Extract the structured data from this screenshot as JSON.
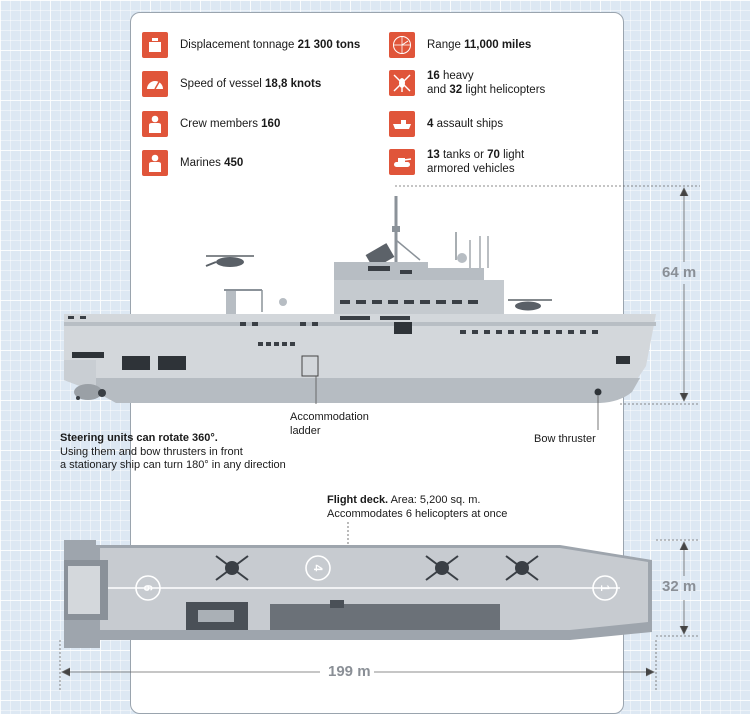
{
  "stats": [
    {
      "icon": "weight-icon",
      "pre": "Displacement tonnage ",
      "b1": "21 300 tons",
      "mid": "",
      "b2": "",
      "post": "",
      "line2": ""
    },
    {
      "icon": "speedometer-icon",
      "pre": "Speed of vessel ",
      "b1": "18,8 knots",
      "mid": "",
      "b2": "",
      "post": "",
      "line2": ""
    },
    {
      "icon": "crew-icon",
      "pre": "Crew members ",
      "b1": "160",
      "mid": "",
      "b2": "",
      "post": "",
      "line2": ""
    },
    {
      "icon": "marine-icon",
      "pre": "Marines ",
      "b1": "450",
      "mid": "",
      "b2": "",
      "post": "",
      "line2": ""
    },
    {
      "icon": "radar-range-icon",
      "pre": "Range ",
      "b1": "11,000 miles",
      "mid": "",
      "b2": "",
      "post": "",
      "line2": ""
    },
    {
      "icon": "helicopter-icon",
      "pre": "",
      "b1": "16",
      "mid": " heavy",
      "b2": "",
      "post": "",
      "line2_pre": "and ",
      "line2_b": "32",
      "line2_post": " light helicopters"
    },
    {
      "icon": "assault-ship-icon",
      "pre": "",
      "b1": "4",
      "mid": " assault ships",
      "b2": "",
      "post": "",
      "line2": ""
    },
    {
      "icon": "tank-icon",
      "pre": "",
      "b1": "13",
      "mid": " tanks or ",
      "b2": "70",
      "post": " light",
      "line2": "armored vehicles"
    }
  ],
  "labels": {
    "height": "64 m",
    "width": "32 m",
    "length": "199 m",
    "ladder_line1": "Accommodation",
    "ladder_line2": "ladder",
    "bow_thruster": "Bow thruster",
    "steering_title": "Steering units can rotate 360°.",
    "steering_line2": "Using them and  bow thrusters in front",
    "steering_line3": "a stationary ship can turn 180° in any direction",
    "deck_title": "Flight deck.",
    "deck_area": " Area: 5,200 sq. m.",
    "deck_line2": "Accommodates 6 helicopters at once"
  },
  "deck_spots": [
    "6",
    "4",
    "1"
  ],
  "colors": {
    "accent": "#e0553a",
    "hull": "#c4c9ce",
    "hull_dark": "#9aa1a8",
    "deck": "#9ea5ad"
  }
}
